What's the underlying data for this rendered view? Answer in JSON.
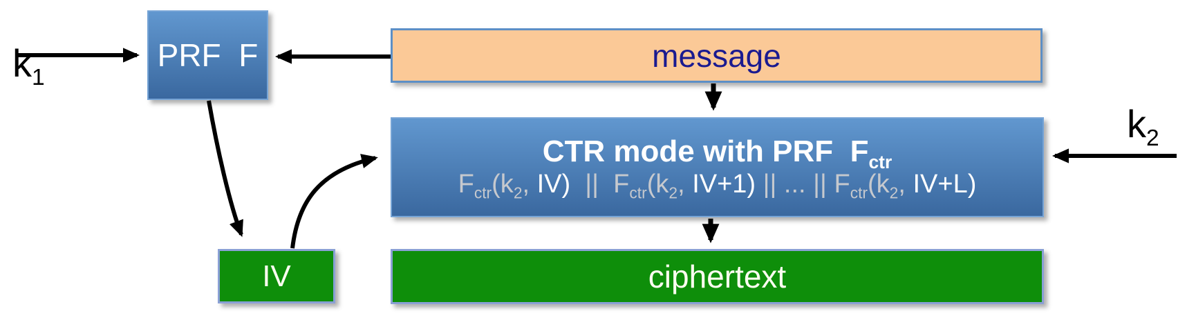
{
  "palette": {
    "blue_top": "#6197cf",
    "blue_bottom": "#3a689f",
    "blue_border": "#76a4d6",
    "peach": "#fbc997",
    "peach_border": "#5c8fc6",
    "green": "#0e8e0a",
    "green_border": "#8aa0d5",
    "green_box_text": "#fdfdf0",
    "navy_text": "#1a1a90",
    "gray_text": "#c6c9ce",
    "arrow": "#000000"
  },
  "nodes": {
    "prf": {
      "label": "PRF  F"
    },
    "message": {
      "label": "message"
    },
    "ctr": {
      "title_segments": [
        {
          "t": "CTR mode with PRF  F",
          "c": "white"
        },
        {
          "t": "ctr",
          "c": "white",
          "sub": true
        }
      ],
      "line2_segments": [
        {
          "t": "F",
          "c": "gray"
        },
        {
          "t": "ctr",
          "c": "gray",
          "sub": true
        },
        {
          "t": "(k",
          "c": "gray"
        },
        {
          "t": "2",
          "c": "gray",
          "sub": true
        },
        {
          "t": ", ",
          "c": "gray"
        },
        {
          "t": "IV)",
          "c": "white"
        },
        {
          "t": "  ||  ",
          "c": "gray"
        },
        {
          "t": "F",
          "c": "gray"
        },
        {
          "t": "ctr",
          "c": "gray",
          "sub": true
        },
        {
          "t": "(k",
          "c": "gray"
        },
        {
          "t": "2",
          "c": "gray",
          "sub": true
        },
        {
          "t": ", ",
          "c": "gray"
        },
        {
          "t": "IV+1)",
          "c": "white"
        },
        {
          "t": " || ... || ",
          "c": "gray"
        },
        {
          "t": "F",
          "c": "gray"
        },
        {
          "t": "ctr",
          "c": "gray",
          "sub": true
        },
        {
          "t": "(k",
          "c": "gray"
        },
        {
          "t": "2",
          "c": "gray",
          "sub": true
        },
        {
          "t": ", ",
          "c": "gray"
        },
        {
          "t": "IV+L)",
          "c": "white"
        }
      ]
    },
    "iv": {
      "label": "IV"
    },
    "ciphertext": {
      "label": "ciphertext"
    },
    "k1": {
      "segments": [
        {
          "t": "k"
        },
        {
          "t": "1",
          "sub": true
        }
      ]
    },
    "k2": {
      "segments": [
        {
          "t": "k"
        },
        {
          "t": "2",
          "sub": true
        }
      ]
    }
  }
}
